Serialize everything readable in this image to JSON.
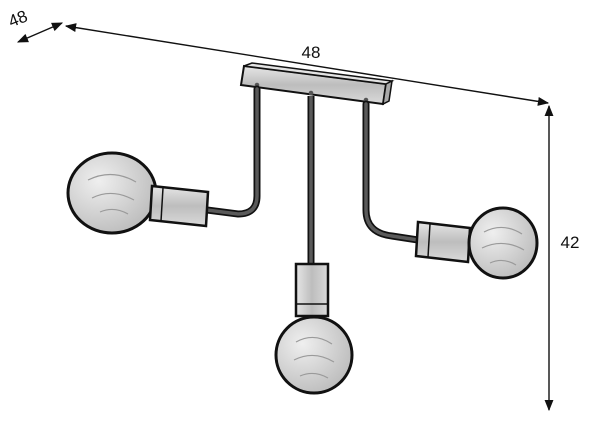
{
  "dimensions": {
    "depth": "48",
    "width": "48",
    "height": "42"
  },
  "colors": {
    "line": "#111111",
    "metal": "#c9c9c9",
    "bulb": "#d2d2d2",
    "bar": "#bcbcbc"
  },
  "parts": {
    "arms": 3,
    "bulbs": 3
  }
}
